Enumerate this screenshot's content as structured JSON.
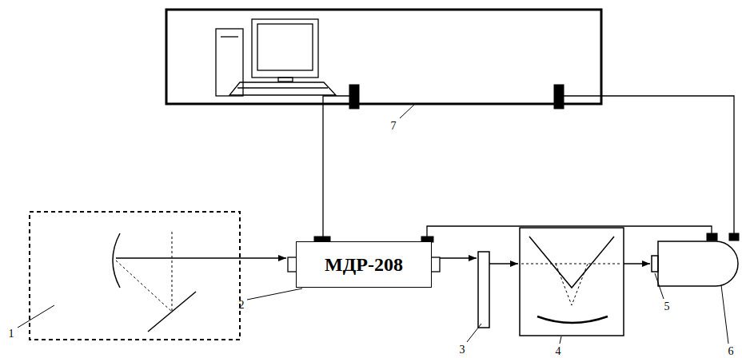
{
  "diagram": {
    "nodes": [
      {
        "text": [
          "МДР-208"
        ]
      }
    ],
    "labels": [
      "1",
      "2",
      "3",
      "4",
      "5",
      "6",
      "7"
    ]
  }
}
